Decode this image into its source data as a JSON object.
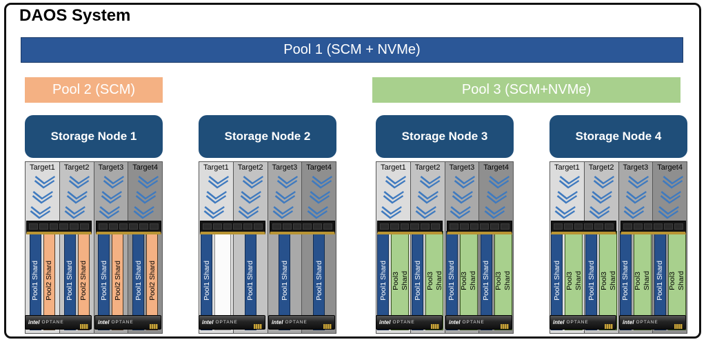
{
  "title": "DAOS System",
  "pools": [
    {
      "label": "Pool 1 (SCM + NVMe)",
      "color": "#2B5797"
    },
    {
      "label": "Pool 2 (SCM)",
      "color": "#F4B183"
    },
    {
      "label": "Pool 3 (SCM+NVMe)",
      "color": "#A8D08D"
    }
  ],
  "hardware": {
    "ssd_brand": "intel",
    "ssd_model": "OPTANE"
  },
  "nodes": [
    {
      "label": "Storage Node 1",
      "targets": [
        {
          "label": "Target1",
          "shards": [
            {
              "type": "pool1",
              "label": "Pool1 Shard"
            },
            {
              "type": "pool2",
              "label": "Pool2 Shard"
            }
          ]
        },
        {
          "label": "Target2",
          "shards": [
            {
              "type": "pool1",
              "label": "Pool1 Shard"
            },
            {
              "type": "pool2",
              "label": "Pool2 Shard"
            }
          ]
        },
        {
          "label": "Target3",
          "shards": [
            {
              "type": "pool1",
              "label": "Pool1 Shard"
            },
            {
              "type": "pool2",
              "label": "Pool2 Shard"
            }
          ]
        },
        {
          "label": "Target4",
          "shards": [
            {
              "type": "pool1",
              "label": "Pool1 Shard"
            },
            {
              "type": "pool2",
              "label": "Pool2 Shard"
            }
          ]
        }
      ]
    },
    {
      "label": "Storage Node 2",
      "targets": [
        {
          "label": "Target1",
          "shards": [
            {
              "type": "pool1",
              "label": "Pool1 Shard"
            },
            {
              "type": "empty",
              "label": ""
            }
          ]
        },
        {
          "label": "Target2",
          "shards": [
            {
              "type": "pool1",
              "label": "Pool1 Shard"
            }
          ]
        },
        {
          "label": "Target3",
          "shards": [
            {
              "type": "pool1",
              "label": "Pool1 Shard"
            }
          ]
        },
        {
          "label": "Target4",
          "shards": [
            {
              "type": "pool1",
              "label": "Pool1 Shard"
            }
          ]
        }
      ]
    },
    {
      "label": "Storage Node 3",
      "targets": [
        {
          "label": "Target1",
          "shards": [
            {
              "type": "pool1",
              "label": "Pool1 Shard"
            },
            {
              "type": "pool3",
              "label": "Pool3 Shard",
              "lines": [
                "Pool3",
                "Shard"
              ]
            }
          ]
        },
        {
          "label": "Target2",
          "shards": [
            {
              "type": "pool1",
              "label": "Pool1 Shard"
            },
            {
              "type": "pool3",
              "label": "Pool3 Shard",
              "lines": [
                "Pool3",
                "Shard"
              ]
            }
          ]
        },
        {
          "label": "Target3",
          "shards": [
            {
              "type": "pool1",
              "label": "Pool1 Shard"
            },
            {
              "type": "pool3",
              "label": "Pool3 Shard",
              "lines": [
                "Pool3",
                "Shard"
              ]
            }
          ]
        },
        {
          "label": "Target4",
          "shards": [
            {
              "type": "pool1",
              "label": "Pool1 Shard"
            },
            {
              "type": "pool3",
              "label": "Pool3 Shard",
              "lines": [
                "Pool3",
                "Shard"
              ]
            }
          ]
        }
      ]
    },
    {
      "label": "Storage Node 4",
      "targets": [
        {
          "label": "Target1",
          "shards": [
            {
              "type": "pool1",
              "label": "Pool1 Shard"
            },
            {
              "type": "pool3",
              "label": "Pool3 Shard",
              "lines": [
                "Pool3",
                "Shard"
              ]
            }
          ]
        },
        {
          "label": "Target2",
          "shards": [
            {
              "type": "pool1",
              "label": "Pool1 Shard"
            },
            {
              "type": "pool3",
              "label": "Pool3 Shard",
              "lines": [
                "Pool3",
                "Shard"
              ]
            }
          ]
        },
        {
          "label": "Target3",
          "shards": [
            {
              "type": "pool1",
              "label": "Pool1 Shard"
            },
            {
              "type": "pool3",
              "label": "Pool3 Shard",
              "lines": [
                "Pool3",
                "Shard"
              ]
            }
          ]
        },
        {
          "label": "Target4",
          "shards": [
            {
              "type": "pool1",
              "label": "Pool1 Shard"
            },
            {
              "type": "pool3",
              "label": "Pool3 Shard",
              "lines": [
                "Pool3",
                "Shard"
              ]
            }
          ]
        }
      ]
    }
  ]
}
